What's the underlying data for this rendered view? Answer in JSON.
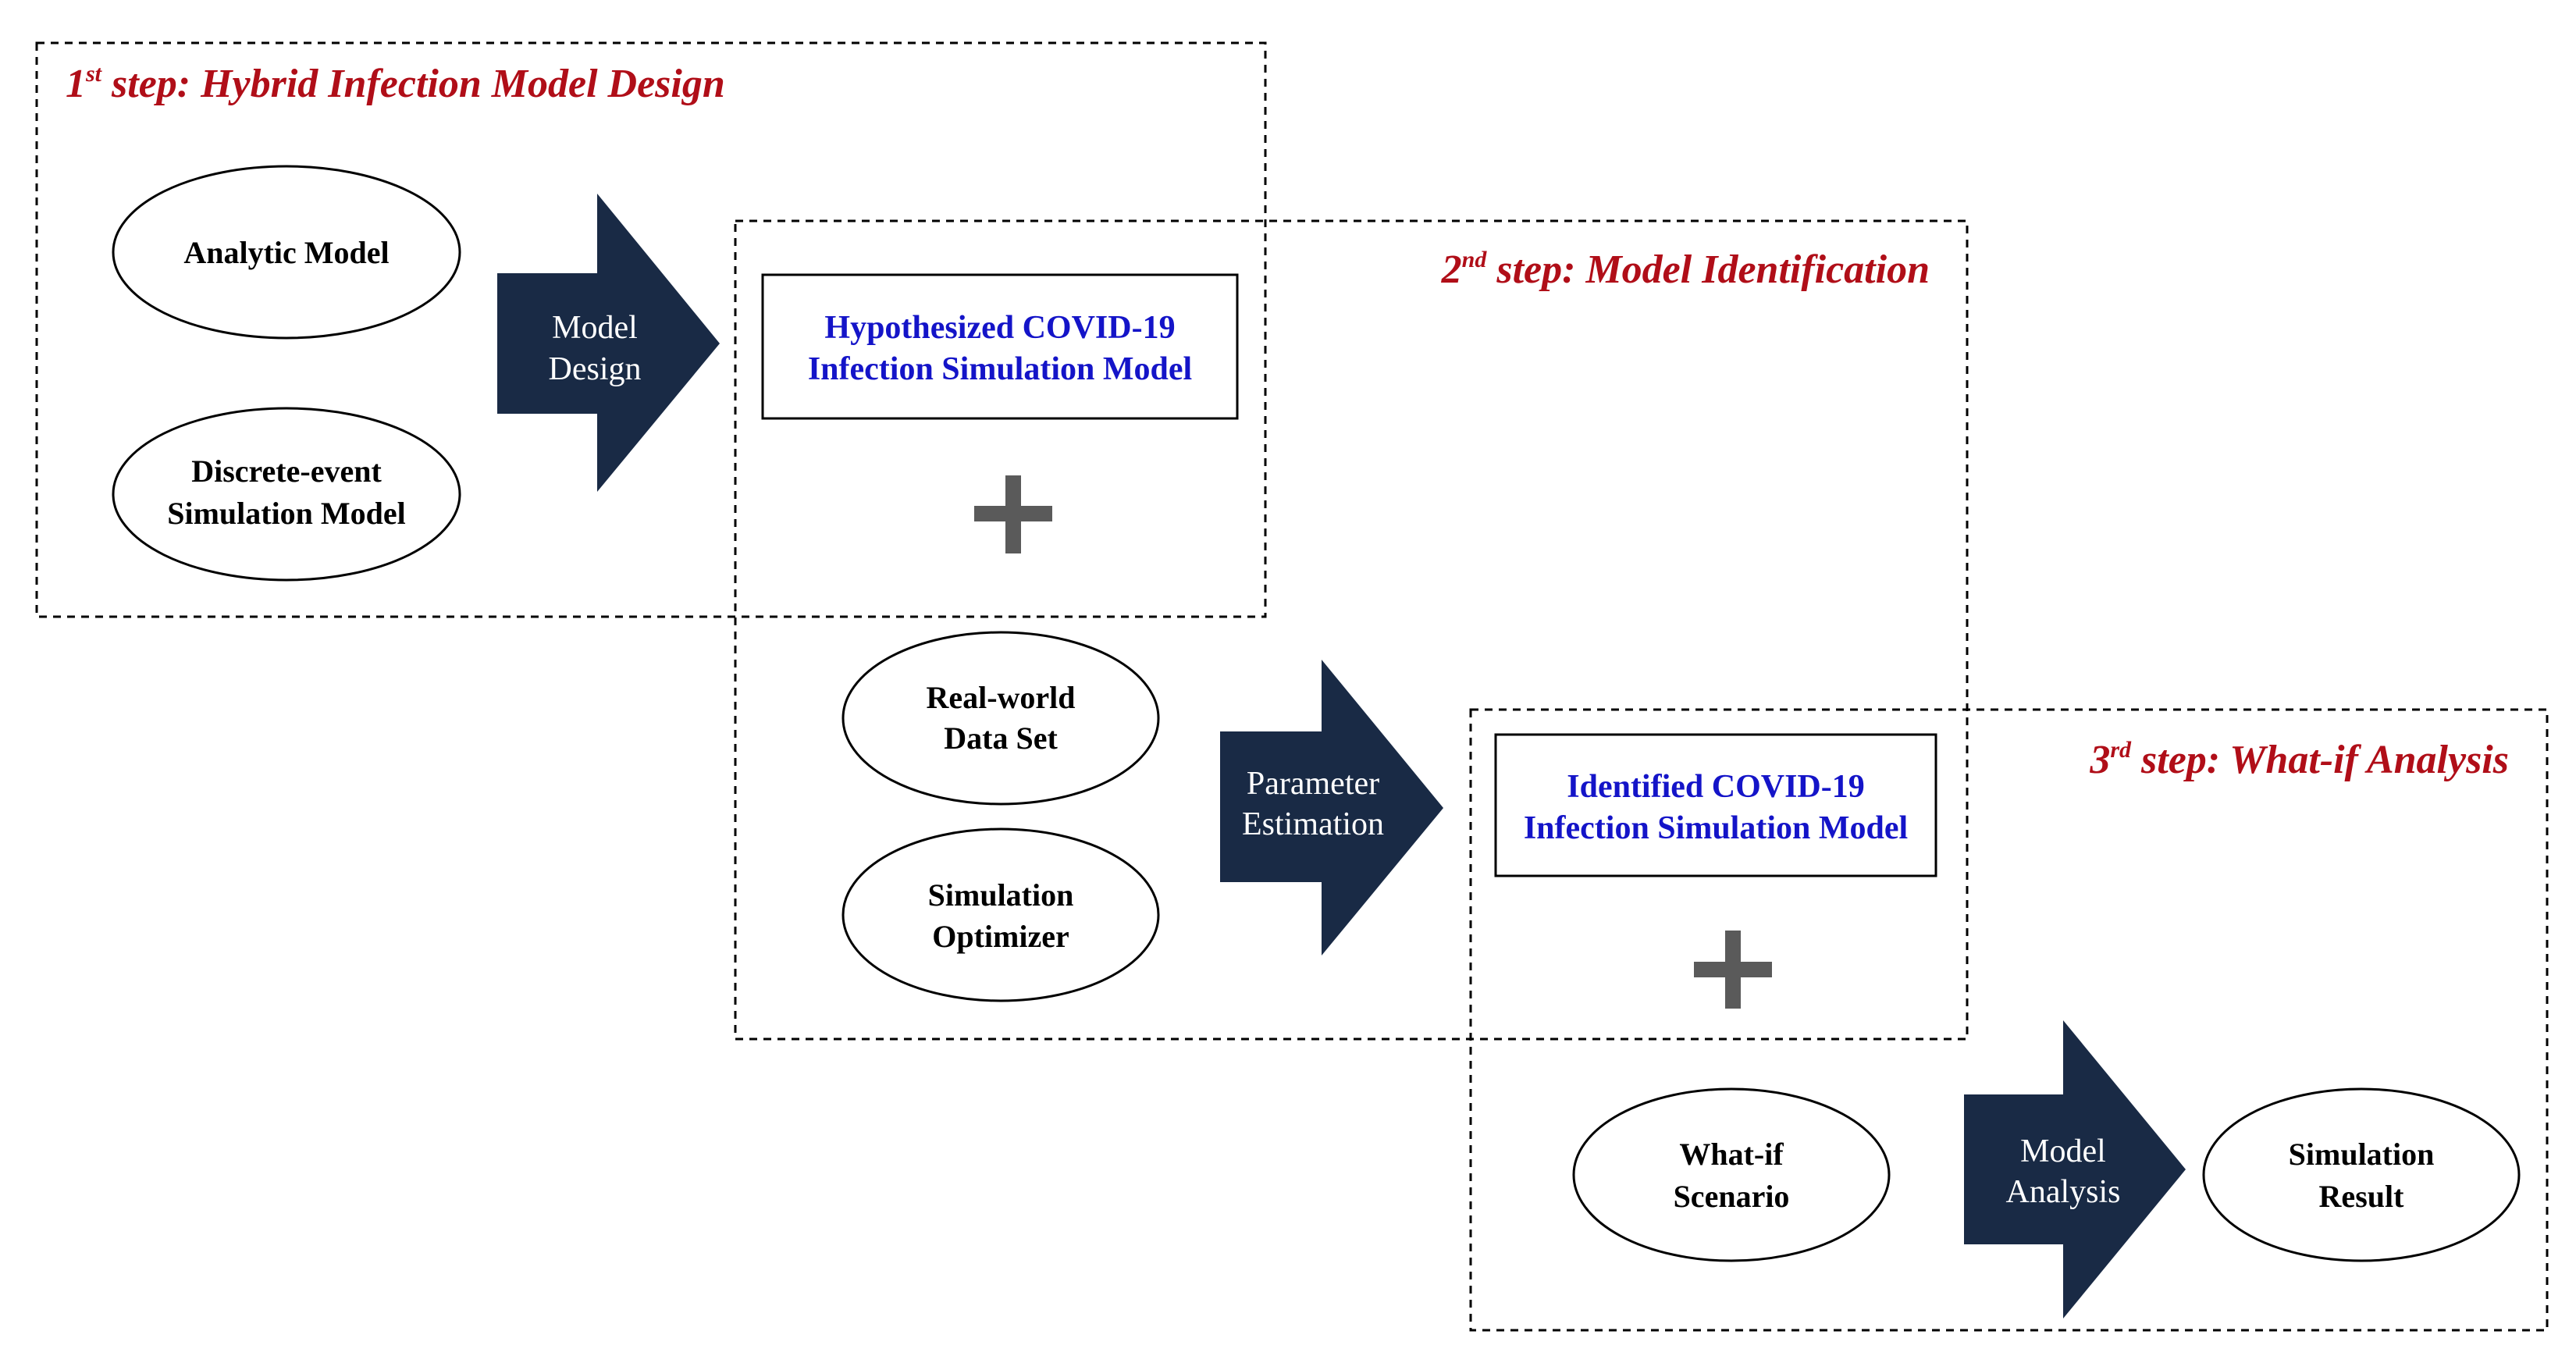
{
  "colors": {
    "title_red": "#b00e18",
    "box_blue": "#1414c8",
    "arrow_fill": "#192a45",
    "plus_gray": "#5a5a5a",
    "line": "#000000"
  },
  "steps": {
    "step1": {
      "num": "1",
      "sup": "st",
      "title": " step: Hybrid Infection Model Design"
    },
    "step2": {
      "num": "2",
      "sup": "nd",
      "title": " step: Model Identification"
    },
    "step3": {
      "num": "3",
      "sup": "rd",
      "title": " step: What-if Analysis"
    }
  },
  "ovals": {
    "analytic": {
      "line1": "Analytic Model"
    },
    "discrete": {
      "line1": "Discrete-event",
      "line2": "Simulation Model"
    },
    "realworld": {
      "line1": "Real-world",
      "line2": "Data Set"
    },
    "optimizer": {
      "line1": "Simulation",
      "line2": "Optimizer"
    },
    "whatif": {
      "line1": "What-if",
      "line2": "Scenario"
    },
    "result": {
      "line1": "Simulation",
      "line2": "Result"
    }
  },
  "boxes": {
    "hypothesized": {
      "line1": "Hypothesized COVID-19",
      "line2": "Infection Simulation Model"
    },
    "identified": {
      "line1": "Identified COVID-19",
      "line2": "Infection Simulation Model"
    }
  },
  "arrows": {
    "design": {
      "line1": "Model",
      "line2": "Design"
    },
    "estimation": {
      "line1": "Parameter",
      "line2": "Estimation"
    },
    "analysis": {
      "line1": "Model",
      "line2": "Analysis"
    }
  },
  "plus_symbol": "+"
}
